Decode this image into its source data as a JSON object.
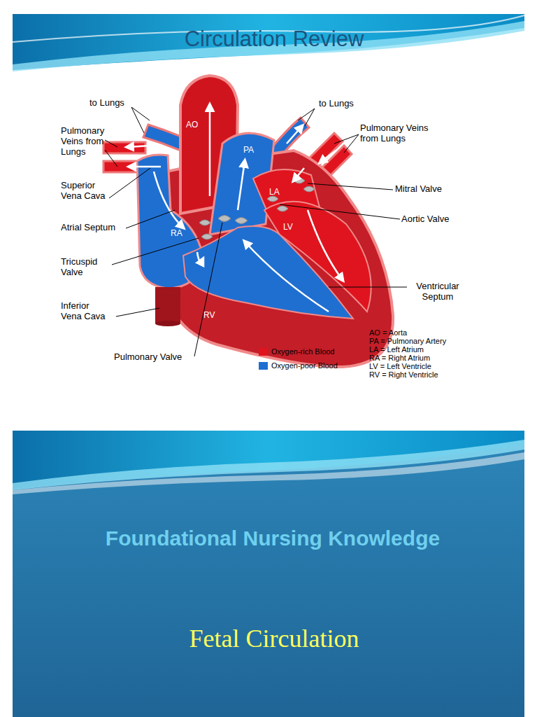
{
  "diagram": {
    "title": "Circulation Review",
    "labels": [
      "to Lungs",
      "to Lungs",
      "Pulmonary Veins from Lungs",
      "Superior Vena Cava",
      "Atrial Septum",
      "Tricuspid Valve",
      "Inferior Vena Cava",
      "Pulmonary Valve",
      "Pulmonary Veins from Lungs",
      "Mitral Valve",
      "Aortic Valve",
      "Ventricular Septum",
      "AO",
      "PA",
      "LA",
      "RA",
      "LV",
      "RV",
      "AO = Aorta",
      "PA = Pulmonary Artery",
      "LA = Left Atrium",
      "RA = Right Atrium",
      "LV = Left Ventricle",
      "RV = Right Ventricle",
      "Foundational Nursing Knowledge",
      "Fetal Circulation"
    ],
    "legend": [
      {
        "text": "Oxygen-rich Blood",
        "color": "#e0141e"
      },
      {
        "text": "Oxygen-poor Blood",
        "color": "#1f6fd1"
      }
    ]
  }
}
